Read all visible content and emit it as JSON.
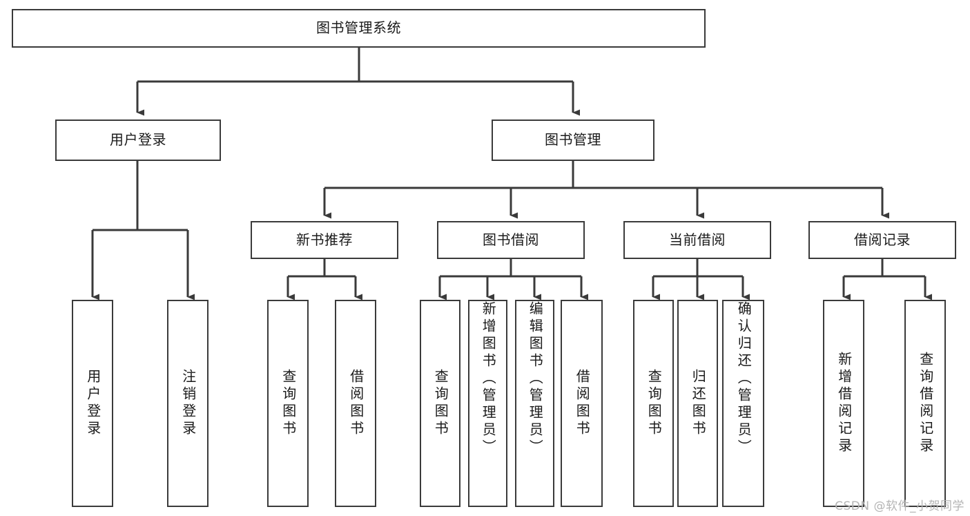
{
  "diagram": {
    "type": "tree-hierarchy-diagram",
    "title": "图书管理系统",
    "line_color": "#3a3a3a",
    "box_fill": "#ffffff",
    "text_color": "#1a1a1a",
    "background": "#ffffff",
    "root": {
      "label": "图书管理系统"
    },
    "level2": [
      {
        "label": "用户登录"
      },
      {
        "label": "图书管理"
      }
    ],
    "level3": [
      {
        "label": "新书推荐"
      },
      {
        "label": "图书借阅"
      },
      {
        "label": "当前借阅"
      },
      {
        "label": "借阅记录"
      }
    ],
    "leaves": {
      "user_login": [
        {
          "label": "用户登录"
        },
        {
          "label": "注销登录"
        }
      ],
      "new_book_recommend": [
        {
          "label": "查询图书"
        },
        {
          "label": "借阅图书"
        }
      ],
      "book_borrow": [
        {
          "label": "查询图书"
        },
        {
          "label": "新增图书（管理员）"
        },
        {
          "label": "编辑图书（管理员）"
        },
        {
          "label": "借阅图书"
        }
      ],
      "current_borrow": [
        {
          "label": "查询图书"
        },
        {
          "label": "归还图书"
        },
        {
          "label": "确认归还（管理员）"
        }
      ],
      "borrow_record": [
        {
          "label": "新增借阅记录"
        },
        {
          "label": "查询借阅记录"
        }
      ]
    }
  },
  "watermark": {
    "text": "CSDN @软件_小贺同学"
  }
}
